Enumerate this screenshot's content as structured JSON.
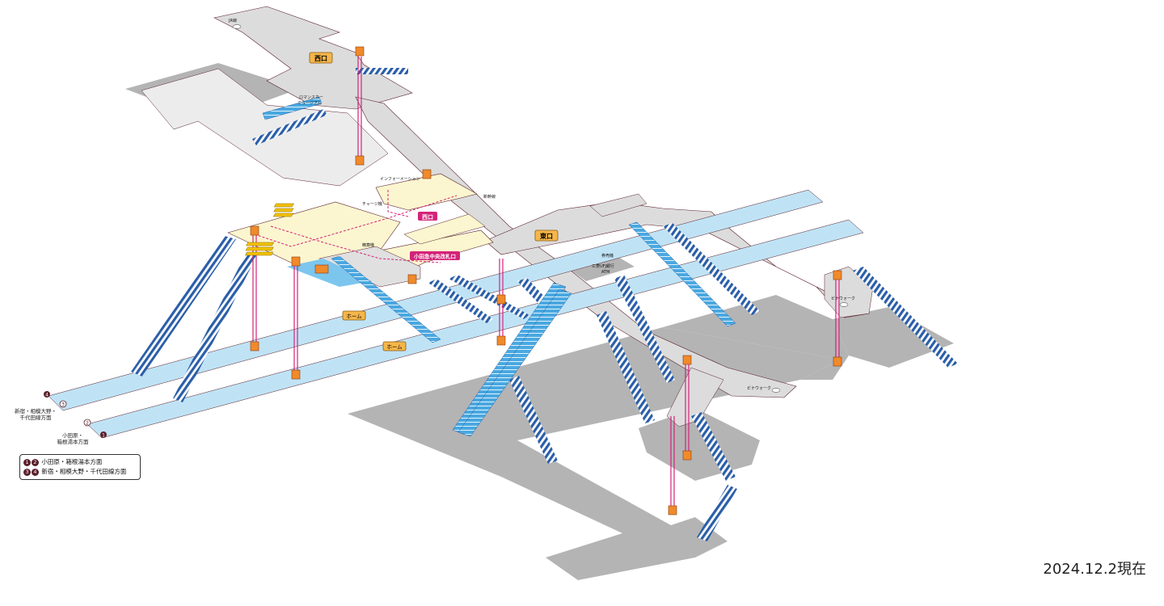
{
  "map": {
    "exits": {
      "west_upper": "西口",
      "west_lower": "西口",
      "east": "東口"
    },
    "gates": {
      "central_gate": "小田急中央改札口"
    },
    "platforms": [
      "ホーム",
      "ホーム"
    ],
    "places": {
      "jr_line": "JR線",
      "romancecar": "ロマンスカー",
      "romancecar_lounge": "ミュージアム",
      "information": "インフォーメーション",
      "charge_machine": "チャージ機",
      "fare_adjust": "精算機",
      "shinkansen": "新幹線",
      "atm_bank": "三菱UFJ銀行",
      "atm": "ATM",
      "ticket_machine": "券売機",
      "vina_walk_1": "ビナウォーク",
      "vina_walk_2": "ビナウォーク"
    },
    "track_numbers": [
      "4",
      "3",
      "2",
      "1"
    ],
    "directions": {
      "left_upper": "新宿・相模大野・\n千代田線方面",
      "left_lower": "小田原・\n箱根湯本方面"
    }
  },
  "legend": {
    "rows": [
      {
        "nums": [
          "1",
          "2"
        ],
        "text": "小田原・箱根湯本方面"
      },
      {
        "nums": [
          "3",
          "4"
        ],
        "text": "新宿・相模大野・千代田線方面"
      }
    ]
  },
  "as_of": "2024.12.2現在",
  "colors": {
    "ground": "#b4b4b4",
    "concourse": "#dcdcdc",
    "outline": "#5a1f2a",
    "platform": "#bfe3f5",
    "gate_floor": "#fbf6cf",
    "stairs": "#2a5ea8",
    "escalator": "#4aa8e0",
    "elevator": "#d4237a",
    "exit_tag": "#f5b64a",
    "gate_tag": "#d4237a"
  }
}
